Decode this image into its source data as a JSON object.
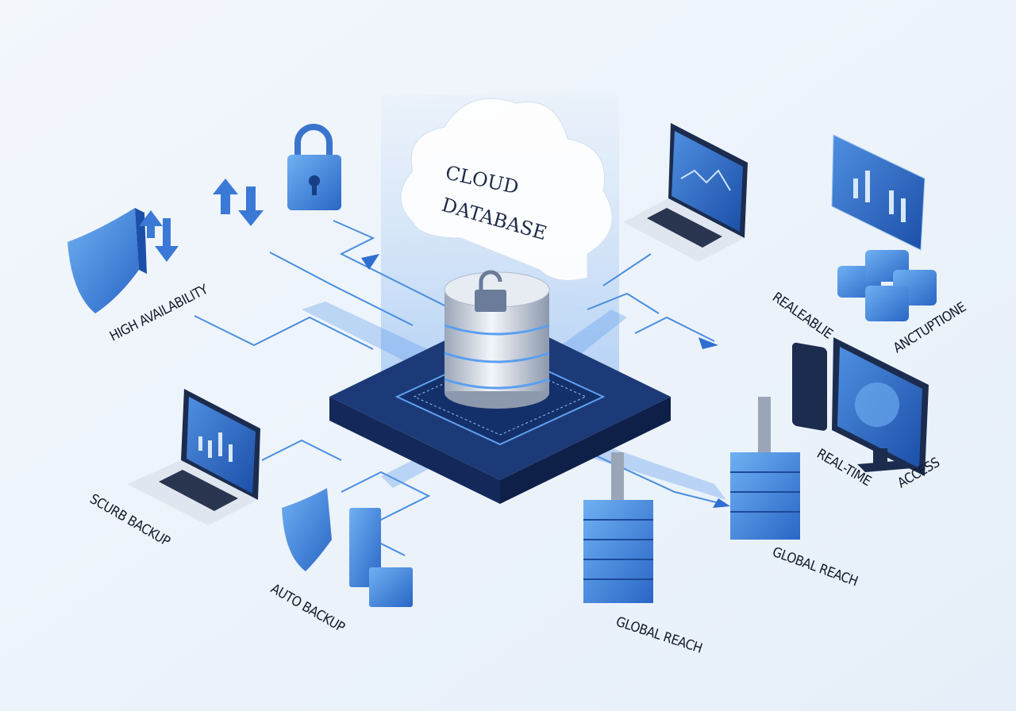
{
  "title": [
    "CLOUD",
    "DATABASE"
  ],
  "labels": {
    "high_availability": "HIGH AVAILABILITY",
    "scrub_backup": "SCURB BACKUP",
    "auto_backup": "AUTO BACKUP",
    "global_reach_center": "GLOBAL REACH",
    "global_reach_right": "GLOBAL REACH",
    "realeablie": "REALEABLIE",
    "anctuptione": "ANCTUPTIONE",
    "real_time": "REAL-TIME",
    "access": "ACCESS"
  },
  "colors": {
    "background": "#eef4fb",
    "accent": "#2f6fd0",
    "platform": "#1d3a78"
  }
}
